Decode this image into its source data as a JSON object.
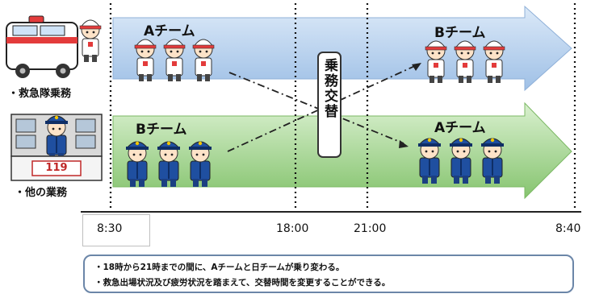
{
  "teams": {
    "top_left": "Aチーム",
    "top_right": "Bチーム",
    "bottom_left": "Bチーム",
    "bottom_right": "Aチーム"
  },
  "side_labels": {
    "ambulance": "・救急隊乗務",
    "other": "・他の業務"
  },
  "dispatch_number": "119",
  "swap_label": "乗務交替",
  "times": [
    "8:30",
    "18:00",
    "21:00",
    "8:40"
  ],
  "notes": [
    "・18時から21時までの間に、Aチームと日チームが乗り変わる。",
    "・救急出場状況及び疲労状況を踏まえて、交替時間を変更することができる。"
  ],
  "colors": {
    "top_arrow": "#b9d2ee",
    "bottom_arrow": "#a9d79a",
    "note_border": "#6b86a8",
    "uniform": "#1f4fa0",
    "helmet": "#ffffff",
    "siren": "#e33b3b"
  },
  "icons": [
    "ambulance-icon",
    "dispatch-operator-icon",
    "paramedic-icon",
    "police-officer-icon"
  ]
}
